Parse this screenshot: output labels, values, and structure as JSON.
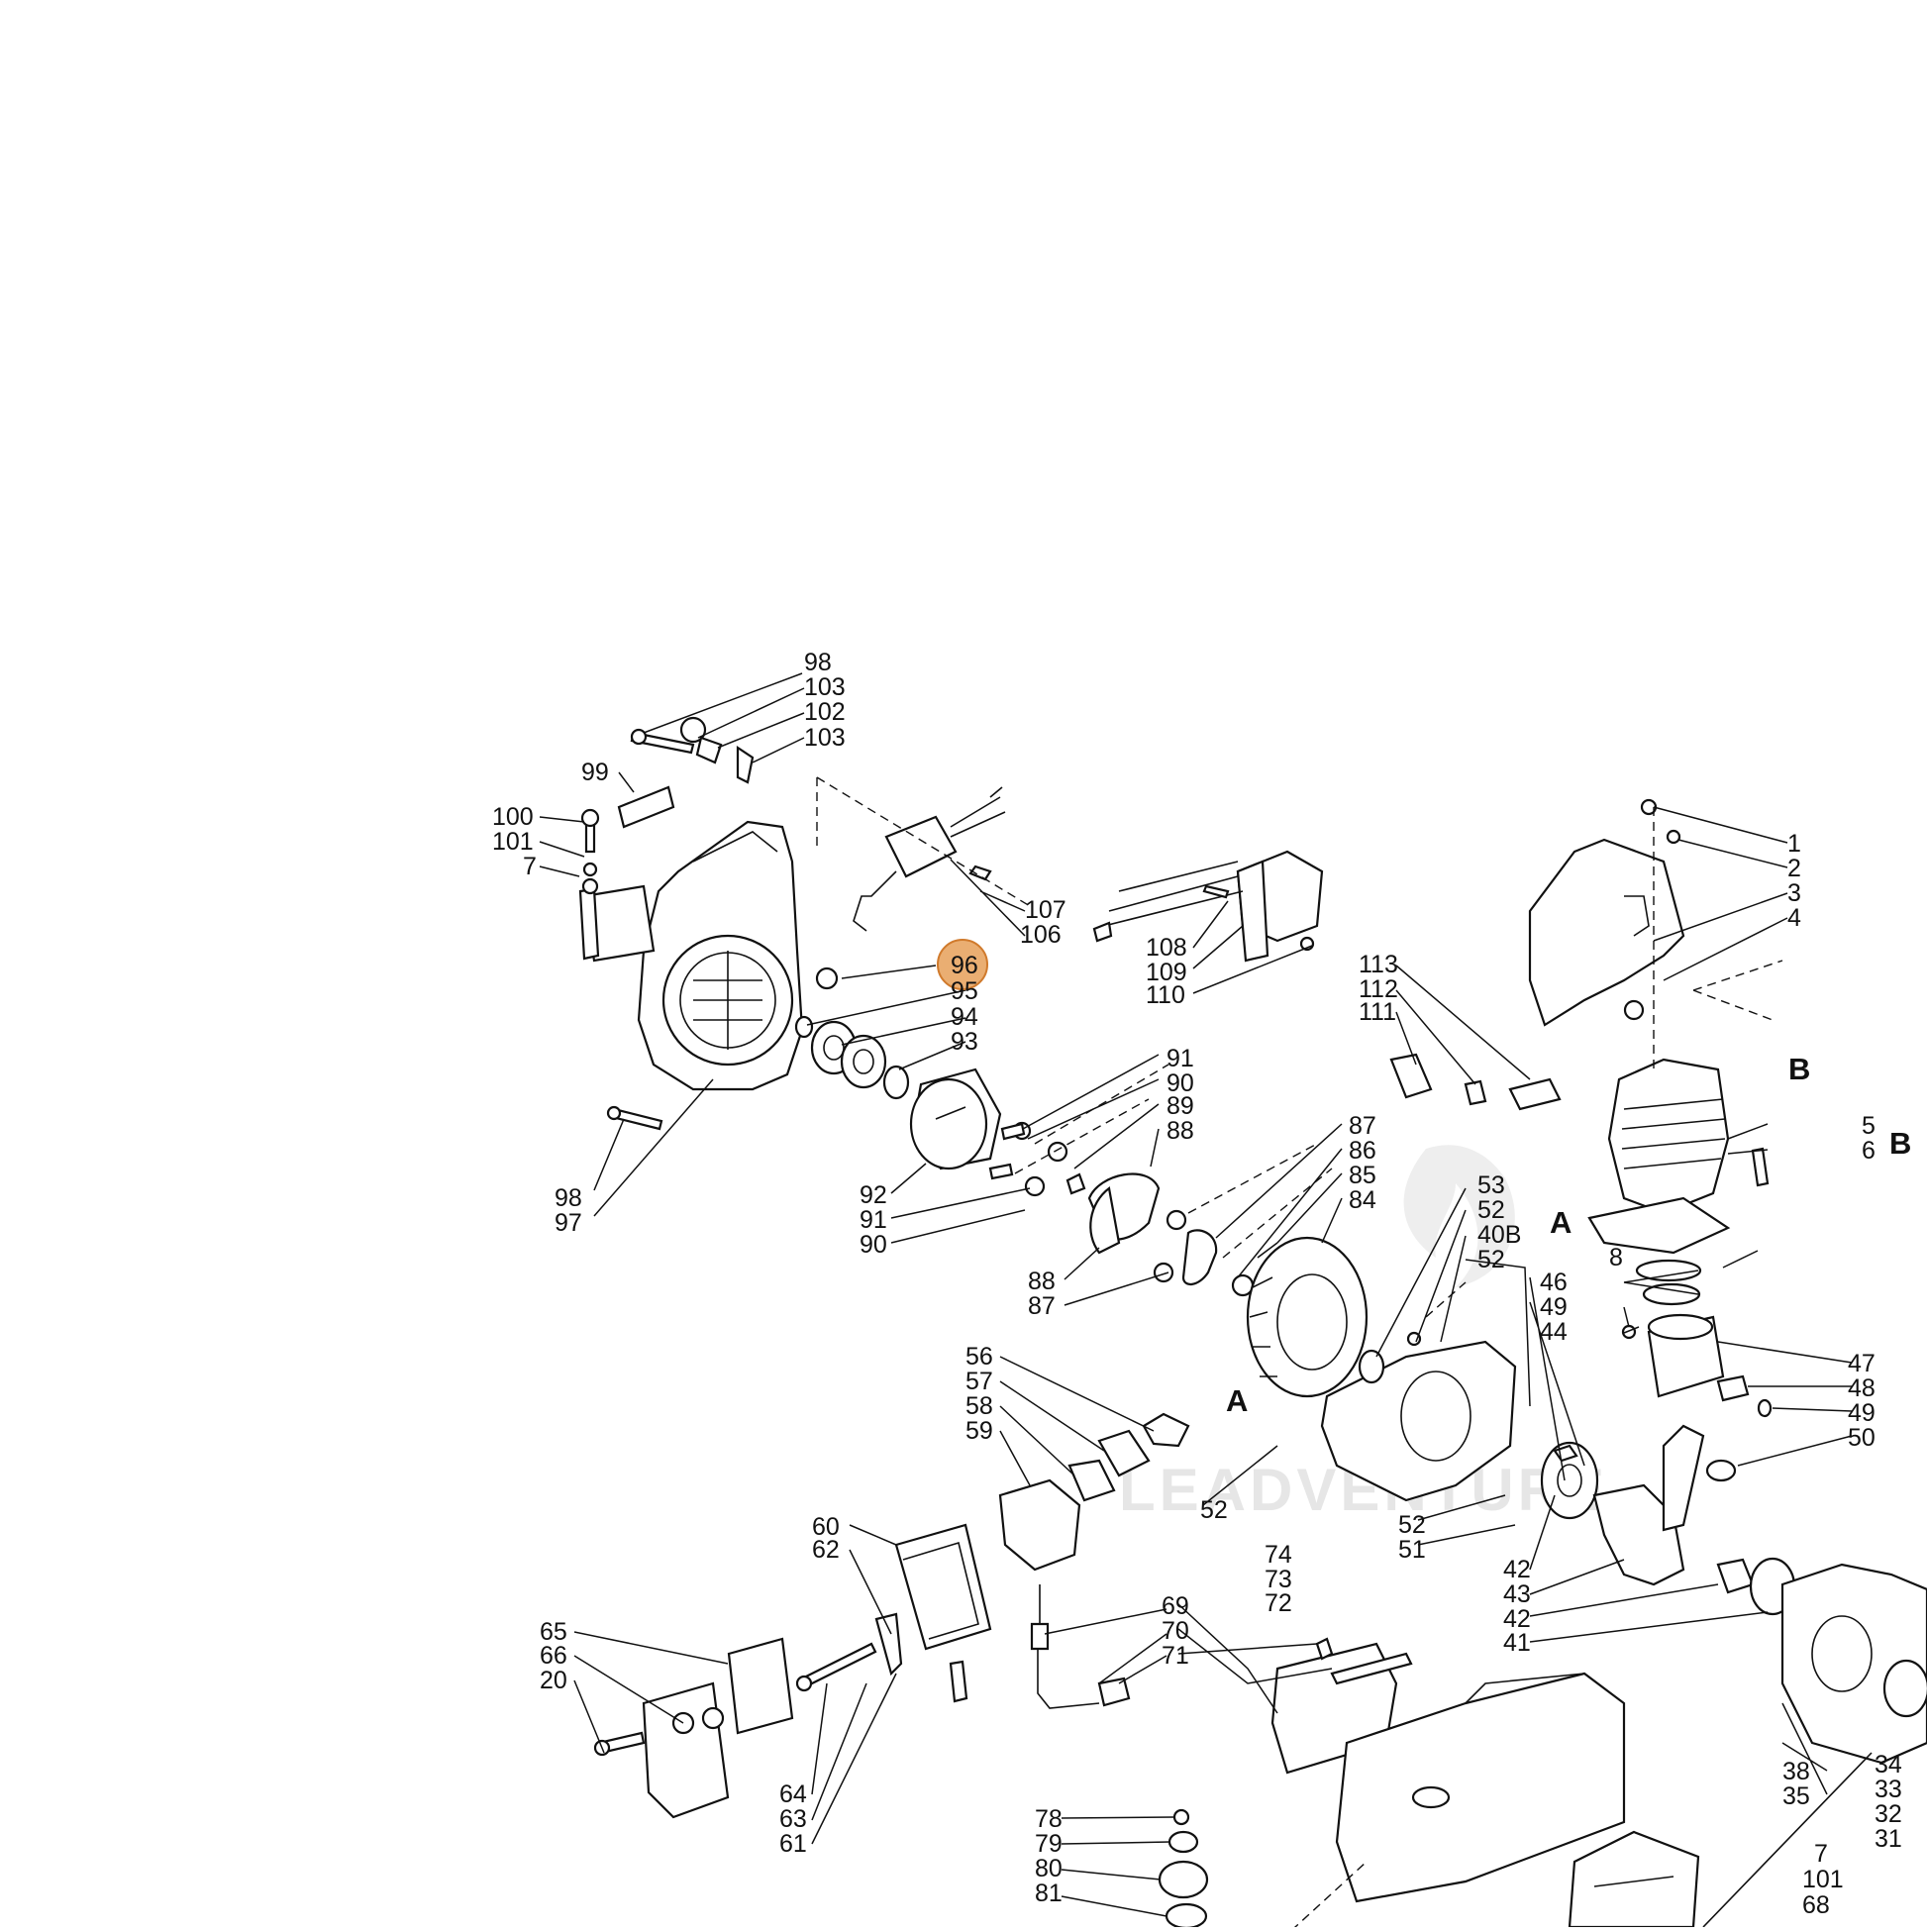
{
  "diagram": {
    "watermark": "LEADVENTURE",
    "highlight": {
      "label": "96",
      "color": "#e59a4f"
    },
    "section_labels": [
      "A",
      "A",
      "B",
      "B"
    ],
    "callouts": [
      "98",
      "103",
      "102",
      "103",
      "99",
      "100",
      "101",
      "7",
      "107",
      "106",
      "96",
      "95",
      "94",
      "93",
      "98",
      "97",
      "108",
      "109",
      "110",
      "113",
      "112",
      "111",
      "1",
      "2",
      "3",
      "4",
      "91",
      "90",
      "89",
      "88",
      "92",
      "91",
      "90",
      "88",
      "87",
      "87",
      "86",
      "85",
      "84",
      "53",
      "52",
      "40B",
      "52",
      "5",
      "6",
      "8",
      "46",
      "49",
      "44",
      "47",
      "48",
      "49",
      "50",
      "56",
      "57",
      "58",
      "59",
      "52",
      "52",
      "51",
      "42",
      "43",
      "42",
      "41",
      "60",
      "62",
      "69",
      "70",
      "71",
      "65",
      "66",
      "20",
      "64",
      "63",
      "61",
      "74",
      "73",
      "72",
      "78",
      "79",
      "80",
      "81",
      "7",
      "101",
      "68",
      "38",
      "35",
      "34",
      "33",
      "32",
      "31"
    ]
  }
}
